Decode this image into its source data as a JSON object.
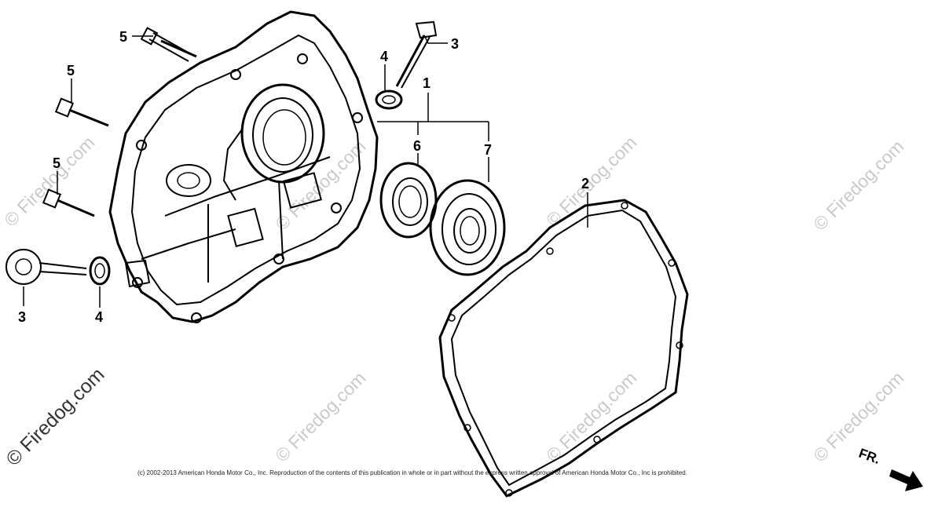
{
  "watermark": {
    "text": "© Firedog.com"
  },
  "callouts": {
    "c1": "1",
    "c2": "2",
    "c3_top": "3",
    "c3_left": "3",
    "c4_top": "4",
    "c4_left": "4",
    "c5_top": "5",
    "c5_mid": "5",
    "c5_low": "5",
    "c6": "6",
    "c7": "7"
  },
  "front_indicator": {
    "label": "FR."
  },
  "copyright": "(c) 2002-2013 American Honda Motor Co., Inc. Reproduction of the contents of this publication in whole or in part without the express written approval of American Honda Motor Co., Inc is prohibited."
}
